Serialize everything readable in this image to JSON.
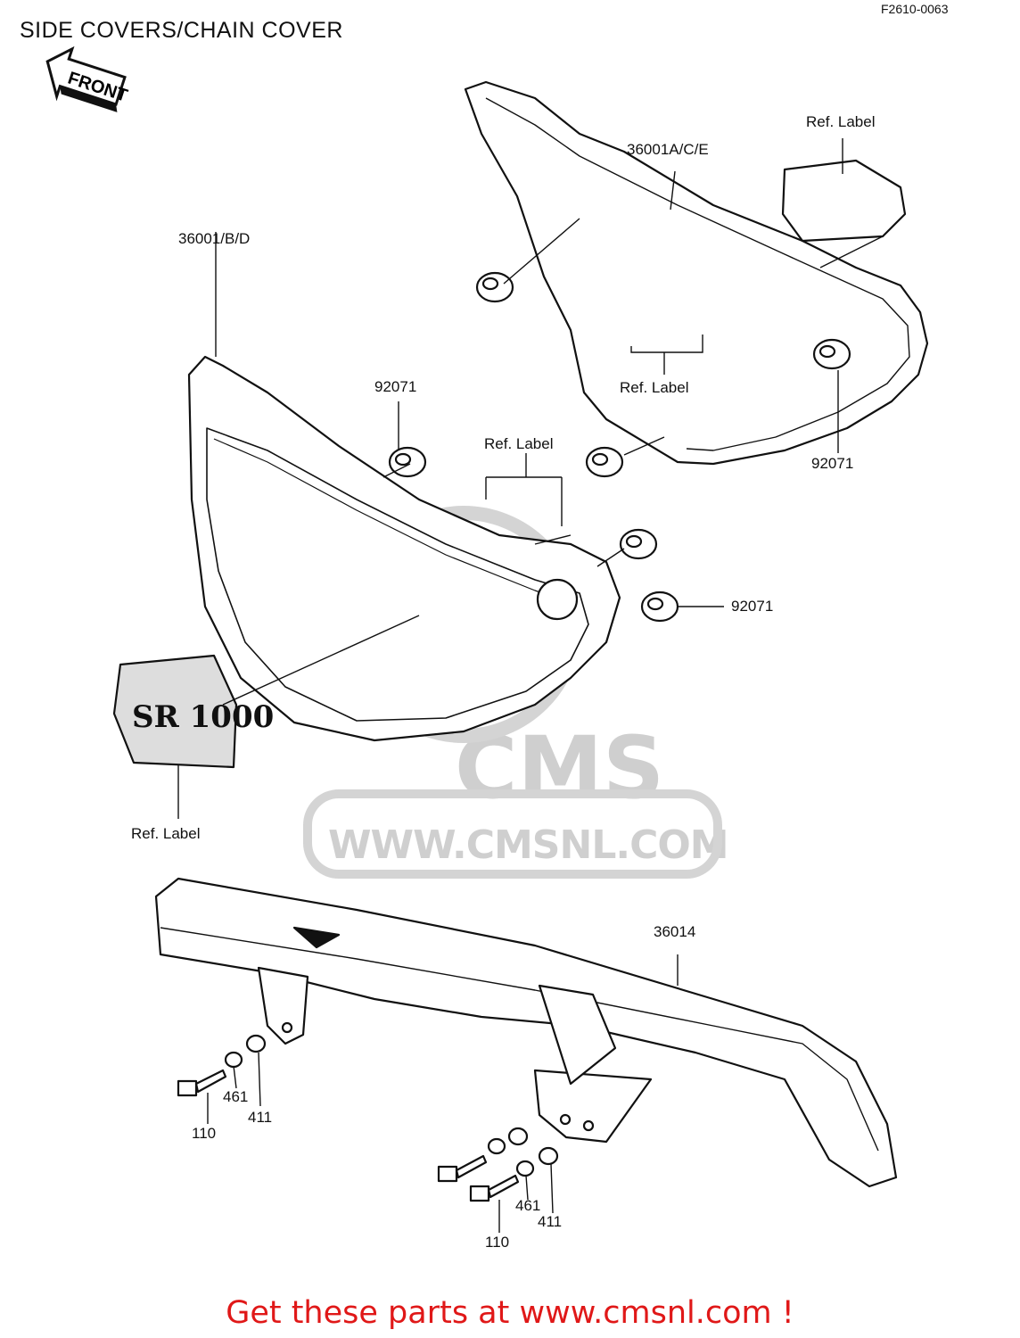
{
  "header": {
    "title": "SIDE COVERS/CHAIN COVER",
    "code": "F2610-0063"
  },
  "arrow": {
    "label": "FRONT"
  },
  "watermark": {
    "brand": "CMS",
    "url": "WWW.CMSNL.COM"
  },
  "labels": {
    "right_cover": "36001A/C/E",
    "left_cover": "36001/B/D",
    "chain_cover": "36014",
    "grommet": "92071",
    "ref_label": "Ref.  Label",
    "washer_461": "461",
    "washer_411": "411",
    "bolt_110": "110"
  },
  "emblem": {
    "text": "SR 1000"
  },
  "footer": {
    "text": "Get these parts at www.cmsnl.com !"
  },
  "colors": {
    "footer": "#e01818",
    "watermark": "#cfcfcf",
    "line": "#111111"
  }
}
